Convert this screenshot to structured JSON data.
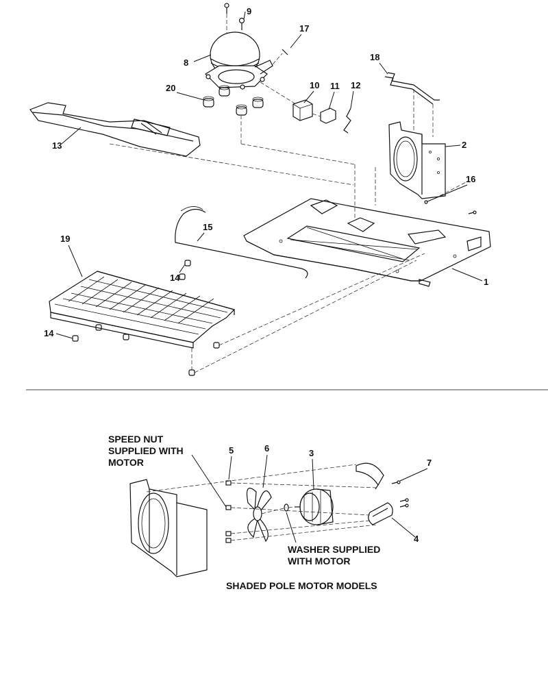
{
  "callouts": {
    "c1": "1",
    "c2": "2",
    "c3": "3",
    "c4": "4",
    "c5": "5",
    "c6": "6",
    "c7": "7",
    "c8": "8",
    "c9": "9",
    "c10": "10",
    "c11": "11",
    "c12": "12",
    "c13": "13",
    "c14a": "14",
    "c14b": "14",
    "c15": "15",
    "c16": "16",
    "c17": "17",
    "c18": "18",
    "c19": "19",
    "c20": "20"
  },
  "notes": {
    "speed_nut_1": "SPEED NUT",
    "speed_nut_2": "SUPPLIED WITH",
    "speed_nut_3": "MOTOR",
    "washer_1": "WASHER SUPPLIED",
    "washer_2": "WITH MOTOR"
  },
  "caption": "SHADED POLE MOTOR MODELS"
}
